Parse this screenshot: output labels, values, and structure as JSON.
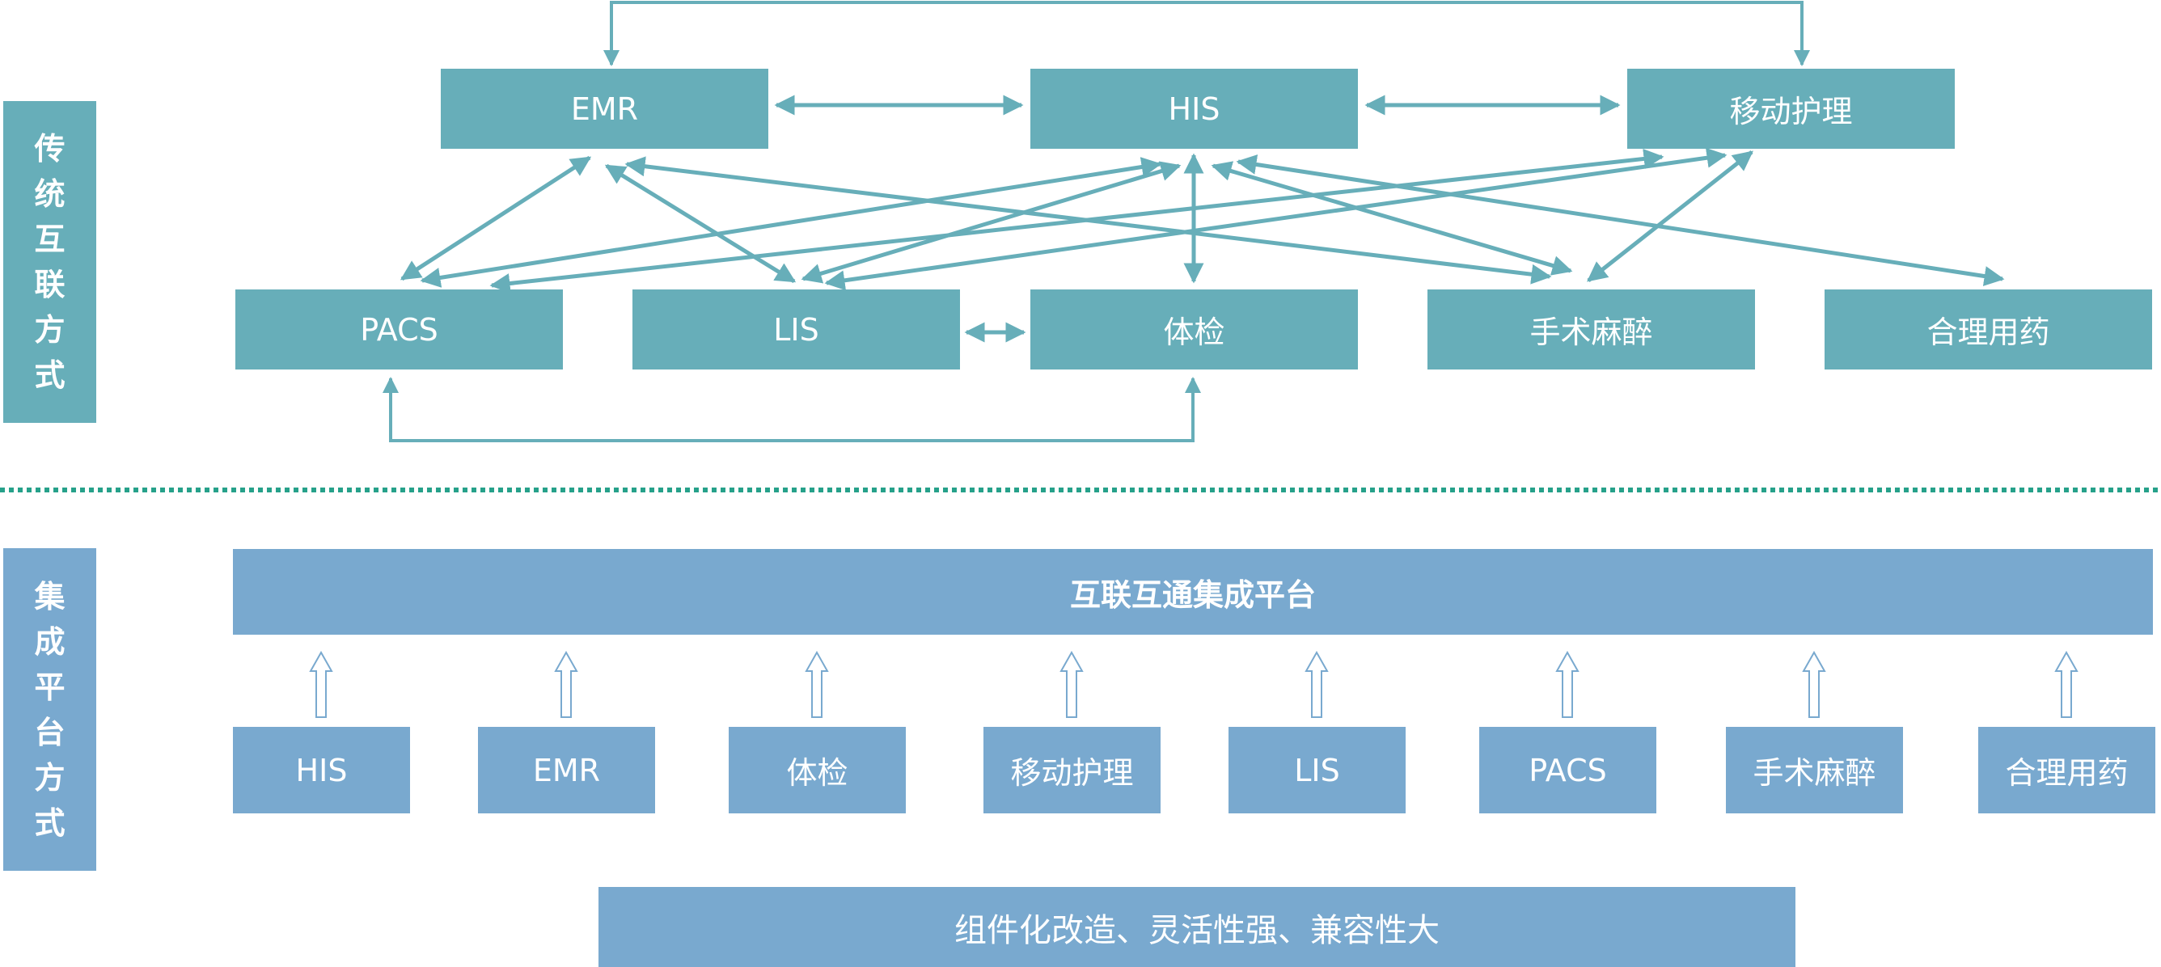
{
  "colors": {
    "traditional": "#67AEB9",
    "platform": "#79A9CF",
    "divider": "#26A18A",
    "text": "#FFFFFF"
  },
  "traditional_section": {
    "label_chars": [
      "传",
      "统",
      "互",
      "联",
      "方",
      "式"
    ],
    "label": "传统互联方式",
    "top_row": [
      "EMR",
      "HIS",
      "移动护理"
    ],
    "bottom_row": [
      "PACS",
      "LIS",
      "体检",
      "手术麻醉",
      "合理用药"
    ],
    "connections": [
      {
        "from": "EMR",
        "to": "移动护理",
        "type": "routed-top",
        "bidirectional": true
      },
      {
        "from": "EMR",
        "to": "HIS",
        "bidirectional": true
      },
      {
        "from": "HIS",
        "to": "移动护理",
        "bidirectional": true
      },
      {
        "from": "EMR",
        "to": "PACS",
        "bidirectional": true
      },
      {
        "from": "EMR",
        "to": "LIS",
        "bidirectional": true
      },
      {
        "from": "EMR",
        "to": "手术麻醉",
        "bidirectional": true
      },
      {
        "from": "HIS",
        "to": "PACS",
        "bidirectional": true
      },
      {
        "from": "HIS",
        "to": "LIS",
        "bidirectional": true
      },
      {
        "from": "HIS",
        "to": "体检",
        "bidirectional": true
      },
      {
        "from": "HIS",
        "to": "手术麻醉",
        "bidirectional": true
      },
      {
        "from": "HIS",
        "to": "合理用药",
        "bidirectional": true
      },
      {
        "from": "移动护理",
        "to": "PACS",
        "bidirectional": true
      },
      {
        "from": "移动护理",
        "to": "LIS",
        "bidirectional": true
      },
      {
        "from": "移动护理",
        "to": "手术麻醉",
        "bidirectional": true
      },
      {
        "from": "LIS",
        "to": "体检",
        "bidirectional": true
      },
      {
        "from": "PACS",
        "to": "体检",
        "type": "routed-bottom",
        "bidirectional": true
      }
    ]
  },
  "platform_section": {
    "label_chars": [
      "集",
      "成",
      "平",
      "台",
      "方",
      "式"
    ],
    "label": "集成平台方式",
    "platform_title": "互联互通集成平台",
    "systems": [
      "HIS",
      "EMR",
      "体检",
      "移动护理",
      "LIS",
      "PACS",
      "手术麻醉",
      "合理用药"
    ],
    "footer": "组件化改造、灵活性强、兼容性大"
  }
}
